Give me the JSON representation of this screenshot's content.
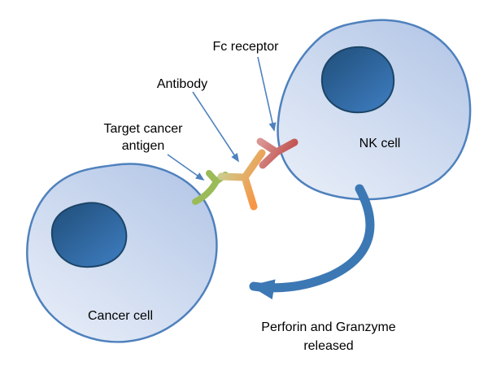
{
  "diagram": {
    "labels": {
      "fc_receptor": "Fc receptor",
      "antibody": "Antibody",
      "target_antigen_line1": "Target cancer",
      "target_antigen_line2": "antigen",
      "nk_cell": "NK cell",
      "cancer_cell": "Cancer cell",
      "released_line1": "Perforin and Granzyme",
      "released_line2": "released"
    },
    "colors": {
      "cell_fill_light": "#e8eef8",
      "cell_fill_dark": "#b4c7e7",
      "cell_border": "#4f81bd",
      "nucleus_fill_dark": "#1f4e79",
      "nucleus_fill_light": "#3e7cbf",
      "nucleus_border": "#1c4568",
      "antibody_light": "#c3d69b",
      "antibody_dark": "#f79646",
      "antigen_color": "#9bbb59",
      "receptor_light": "#d99694",
      "receptor_dark": "#c0504d",
      "big_arrow": "#3c78b4",
      "pointer_arrow": "#4f81bd",
      "text": "#000000"
    }
  }
}
